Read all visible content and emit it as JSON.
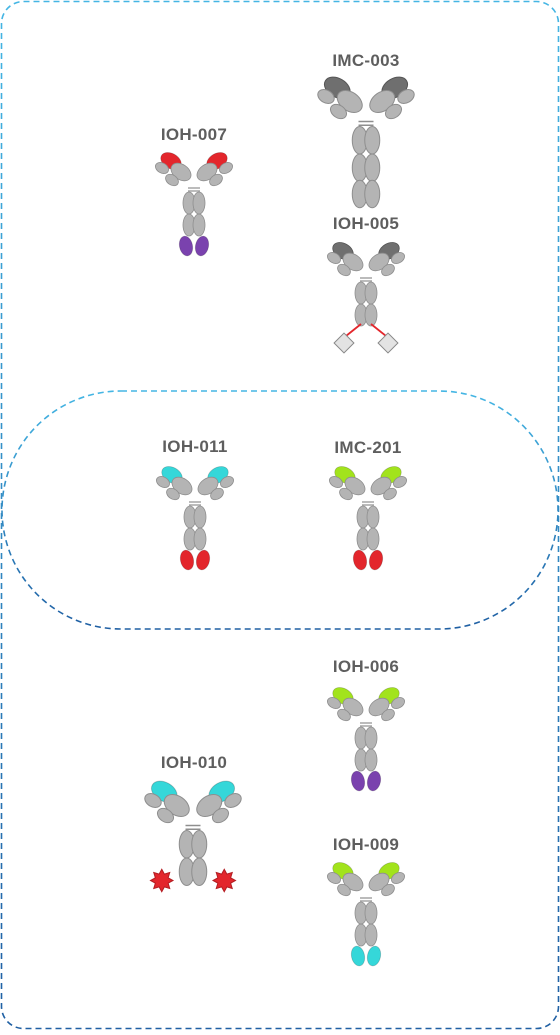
{
  "colors": {
    "grey_domain": "#b4b4b4",
    "grey_domain_dark": "#8e8e8e",
    "dark_tip": "#6f6f6f",
    "red": "#e3262c",
    "cyan": "#35d7d9",
    "lime": "#a2e31c",
    "purple": "#7a42ae",
    "light_grey": "#e3e3e3",
    "border_blue": "#2a8ad0"
  },
  "antibodies": [
    {
      "id": "IOH-007",
      "label": "IOH-007",
      "tip": "red",
      "base": "purple",
      "base_type": "drops"
    },
    {
      "id": "IMC-003",
      "label": "IMC-003",
      "tip": "dark_tip",
      "base": "grey_domain",
      "base_type": "ellipses"
    },
    {
      "id": "IOH-005",
      "label": "IOH-005",
      "tip": "dark_tip",
      "base": "light_grey",
      "base_type": "diamonds"
    },
    {
      "id": "IOH-011",
      "label": "IOH-011",
      "tip": "cyan",
      "base": "red",
      "base_type": "drops"
    },
    {
      "id": "IMC-201",
      "label": "IMC-201",
      "tip": "lime",
      "base": "red",
      "base_type": "drops"
    },
    {
      "id": "IOH-006",
      "label": "IOH-006",
      "tip": "lime",
      "base": "purple",
      "base_type": "drops"
    },
    {
      "id": "IOH-010",
      "label": "IOH-010",
      "tip": "cyan",
      "base": "red",
      "base_type": "stars"
    },
    {
      "id": "IOH-009",
      "label": "IOH-009",
      "tip": "lime",
      "base": "cyan",
      "base_type": "drops"
    }
  ]
}
